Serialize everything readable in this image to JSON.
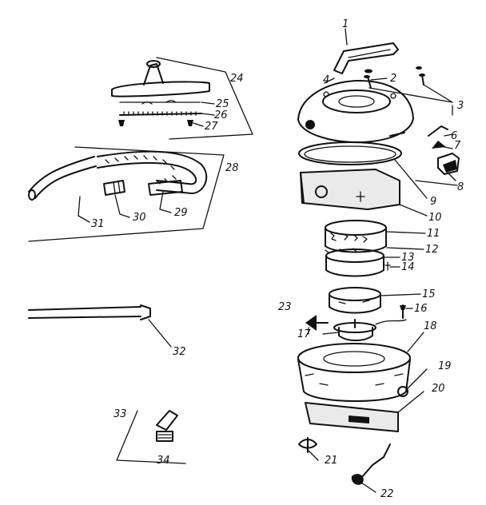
{
  "diagram": {
    "parts": [
      {
        "id": "1",
        "label": "1"
      },
      {
        "id": "2",
        "label": "2"
      },
      {
        "id": "3",
        "label": "3"
      },
      {
        "id": "4",
        "label": "4"
      },
      {
        "id": "6",
        "label": "6"
      },
      {
        "id": "7",
        "label": "7"
      },
      {
        "id": "8",
        "label": "8"
      },
      {
        "id": "9",
        "label": "9"
      },
      {
        "id": "10",
        "label": "10"
      },
      {
        "id": "11",
        "label": "11"
      },
      {
        "id": "12",
        "label": "12"
      },
      {
        "id": "13",
        "label": "13"
      },
      {
        "id": "14",
        "label": "14"
      },
      {
        "id": "15",
        "label": "15"
      },
      {
        "id": "16",
        "label": "16"
      },
      {
        "id": "17",
        "label": "17"
      },
      {
        "id": "18",
        "label": "18"
      },
      {
        "id": "19",
        "label": "19"
      },
      {
        "id": "20",
        "label": "20"
      },
      {
        "id": "21",
        "label": "21"
      },
      {
        "id": "22",
        "label": "22"
      },
      {
        "id": "23",
        "label": "23"
      },
      {
        "id": "24",
        "label": "24"
      },
      {
        "id": "25",
        "label": "25"
      },
      {
        "id": "26",
        "label": "26"
      },
      {
        "id": "27",
        "label": "27"
      },
      {
        "id": "28",
        "label": "28"
      },
      {
        "id": "29",
        "label": "29"
      },
      {
        "id": "30",
        "label": "30"
      },
      {
        "id": "31",
        "label": "31"
      },
      {
        "id": "32",
        "label": "32"
      },
      {
        "id": "33",
        "label": "33"
      },
      {
        "id": "34",
        "label": "34"
      }
    ]
  }
}
